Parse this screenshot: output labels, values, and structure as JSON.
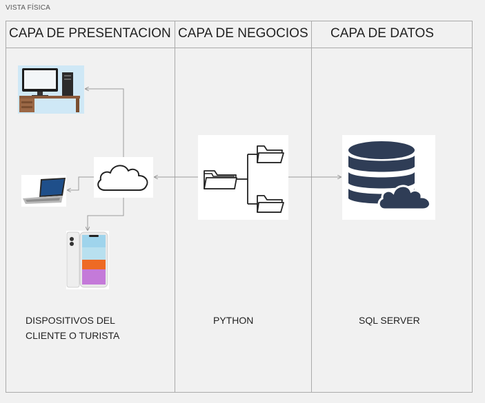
{
  "frame_title": "VISTA FÍSICA",
  "columns": [
    {
      "title": "CAPA DE PRESENTACION",
      "caption_lines": [
        "DISPOSITIVOS DEL",
        "CLIENTE O TURISTA"
      ]
    },
    {
      "title": "CAPA DE NEGOCIOS",
      "caption_lines": [
        "PYTHON"
      ]
    },
    {
      "title": "CAPA DE DATOS",
      "caption_lines": [
        "SQL SERVER"
      ]
    }
  ],
  "icons": {
    "desktop": "desktop-computer-icon",
    "laptop": "laptop-icon",
    "phone": "smartphone-icon",
    "cloud": "cloud-icon",
    "folders": "folder-tree-icon",
    "database": "database-cloud-icon"
  },
  "colors": {
    "database": "#2f3d56",
    "line": "#9a9a9a"
  }
}
